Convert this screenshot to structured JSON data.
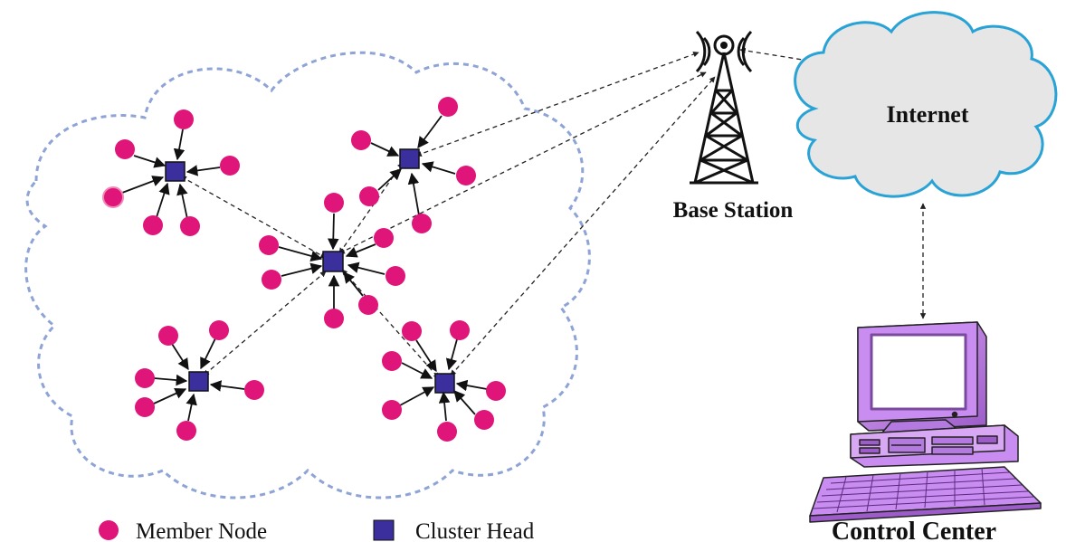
{
  "labels": {
    "base_station": "Base Station",
    "internet": "Internet",
    "control_center": "Control Center"
  },
  "legend": {
    "member_node": "Member Node",
    "cluster_head": "Cluster Head"
  },
  "colors": {
    "member_node": "#e0157a",
    "cluster_head": "#3b2f9e",
    "sensor_field_outline": "#8ea3d6",
    "cloud_outline": "#29a3d6",
    "cloud_fill": "#e6e6e6",
    "computer": "#c98cf0"
  }
}
